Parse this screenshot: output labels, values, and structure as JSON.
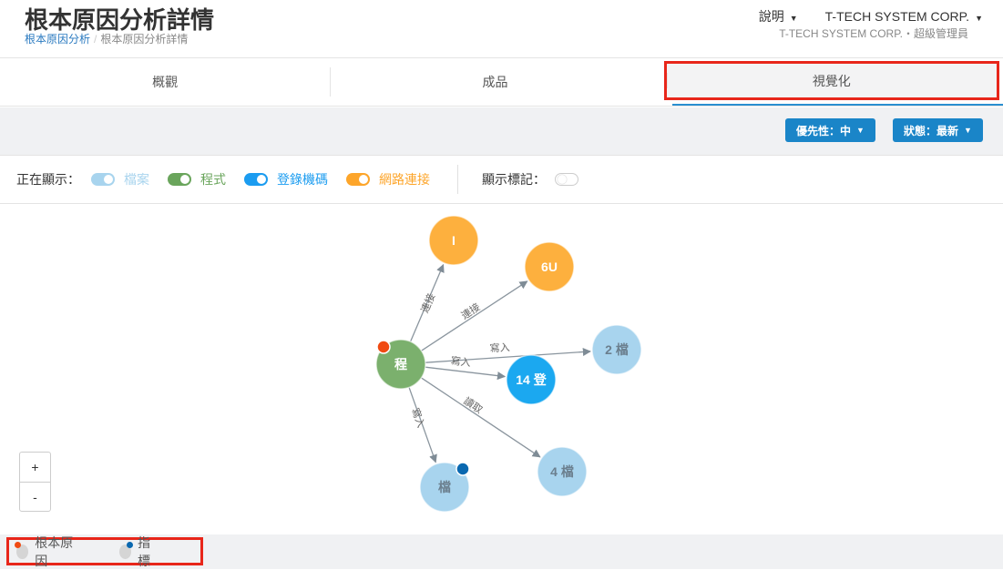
{
  "header": {
    "title": "根本原因分析詳情",
    "breadcrumb": [
      "根本原因分析",
      "根本原因分析詳情"
    ],
    "help": "說明",
    "org": "T-TECH SYSTEM CORP.",
    "user_line": "T-TECH SYSTEM CORP.・超級管理員"
  },
  "tabs": [
    {
      "label": "概觀"
    },
    {
      "label": "成品"
    },
    {
      "label": "視覺化",
      "active": true
    }
  ],
  "toolbar": {
    "priority": "優先性：中",
    "status": "狀態：最新"
  },
  "filters": {
    "label": "正在顯示：",
    "items": [
      {
        "label": "檔案",
        "color": "#a8d4ee",
        "on": true
      },
      {
        "label": "程式",
        "color": "#6aa55c",
        "on": true
      },
      {
        "label": "登錄機碼",
        "color": "#1b9cf0",
        "on": true
      },
      {
        "label": "網路連接",
        "color": "#fda52a",
        "on": true
      }
    ],
    "markers_label": "顯示標記：",
    "markers_on": false
  },
  "graph": {
    "nodes": [
      {
        "id": "p",
        "label": "程",
        "color": "#7bb06d"
      },
      {
        "id": "n1",
        "label": "I",
        "color": "#fdb03e"
      },
      {
        "id": "n2",
        "label": "6U",
        "color": "#fdb03e"
      },
      {
        "id": "f2",
        "label": "2 檔",
        "color": "#a8d4ee"
      },
      {
        "id": "r",
        "label": "14 登",
        "color": "#1ba8f0"
      },
      {
        "id": "f1",
        "label": "檔",
        "color": "#a8d4ee"
      },
      {
        "id": "f4",
        "label": "4 檔",
        "color": "#a8d4ee"
      }
    ],
    "edges": [
      {
        "from": "p",
        "to": "n1",
        "label": "連接"
      },
      {
        "from": "p",
        "to": "n2",
        "label": "連接"
      },
      {
        "from": "p",
        "to": "f2",
        "label": "寫入"
      },
      {
        "from": "p",
        "to": "r",
        "label": "寫入"
      },
      {
        "from": "p",
        "to": "f1",
        "label": "寫入"
      },
      {
        "from": "p",
        "to": "f4",
        "label": "讀取"
      }
    ],
    "root_cause_color": "#f04a12",
    "indicator_color": "#0a68b0"
  },
  "zoom": {
    "in": "+",
    "out": "-"
  },
  "legend": {
    "root_cause": "根本原因",
    "indicator": "指標"
  }
}
